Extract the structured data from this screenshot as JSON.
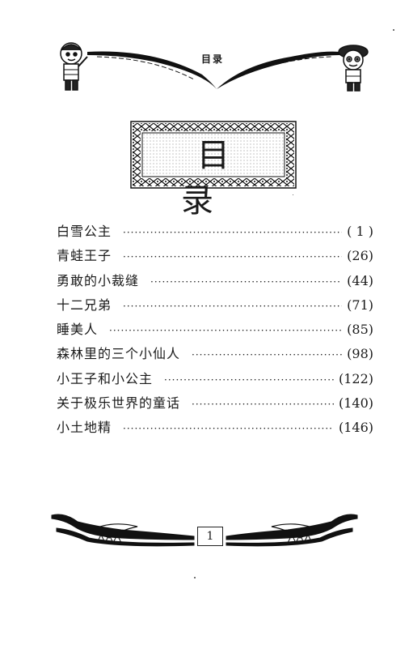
{
  "header": {
    "title": "目录"
  },
  "main": {
    "heading": "目 录"
  },
  "toc": [
    {
      "title": "白雪公主",
      "page": "( 1 )"
    },
    {
      "title": "青蛙王子",
      "page": "(26)"
    },
    {
      "title": "勇敢的小裁缝",
      "page": "(44)"
    },
    {
      "title": "十二兄弟",
      "page": "(71)"
    },
    {
      "title": "睡美人",
      "page": "(85)"
    },
    {
      "title": "森林里的三个小仙人",
      "page": "(98)"
    },
    {
      "title": "小王子和小公主",
      "page": "(122)"
    },
    {
      "title": "关于极乐世界的童话",
      "page": "(140)"
    },
    {
      "title": "小土地精",
      "page": "(146)"
    }
  ],
  "footer": {
    "page_number": "1"
  }
}
